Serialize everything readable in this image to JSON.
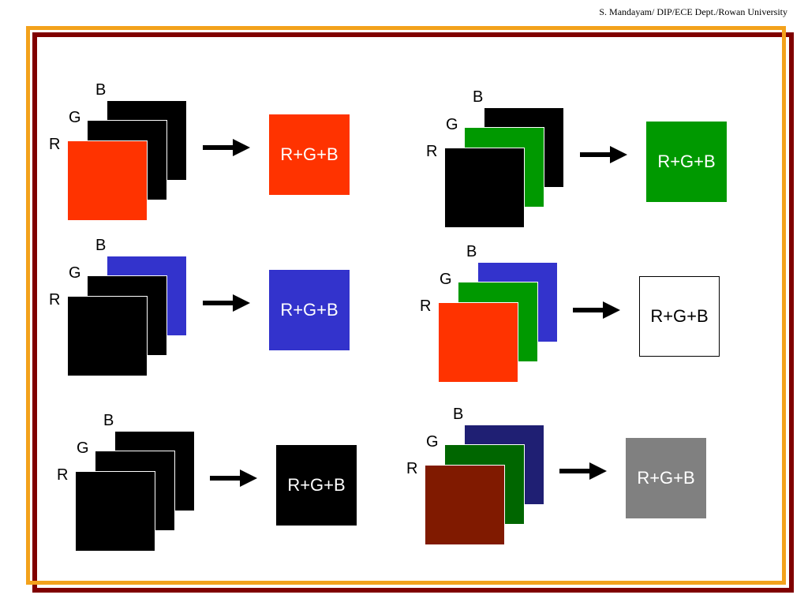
{
  "credit": "S. Mandayam/ DIP/ECE Dept./Rowan University",
  "labels": {
    "b": "B",
    "g": "G",
    "r": "R"
  },
  "sum_label": "R+G+B",
  "examples": [
    {
      "id": "red",
      "b_color": "#000000",
      "g_color": "#000000",
      "r_color": "#ff3300",
      "result_color": "#ff3300"
    },
    {
      "id": "green",
      "b_color": "#000000",
      "g_color": "#009900",
      "r_color": "#000000",
      "result_color": "#009900"
    },
    {
      "id": "blue",
      "b_color": "#3333cc",
      "g_color": "#000000",
      "r_color": "#000000",
      "result_color": "#3333cc"
    },
    {
      "id": "white",
      "b_color": "#3333cc",
      "g_color": "#009900",
      "r_color": "#ff3300",
      "result_color": "#ffffff"
    },
    {
      "id": "black",
      "b_color": "#000000",
      "g_color": "#000000",
      "r_color": "#000000",
      "result_color": "#000000"
    },
    {
      "id": "gray",
      "b_color": "#1f1f73",
      "g_color": "#006600",
      "r_color": "#801a00",
      "result_color": "#808080"
    }
  ]
}
